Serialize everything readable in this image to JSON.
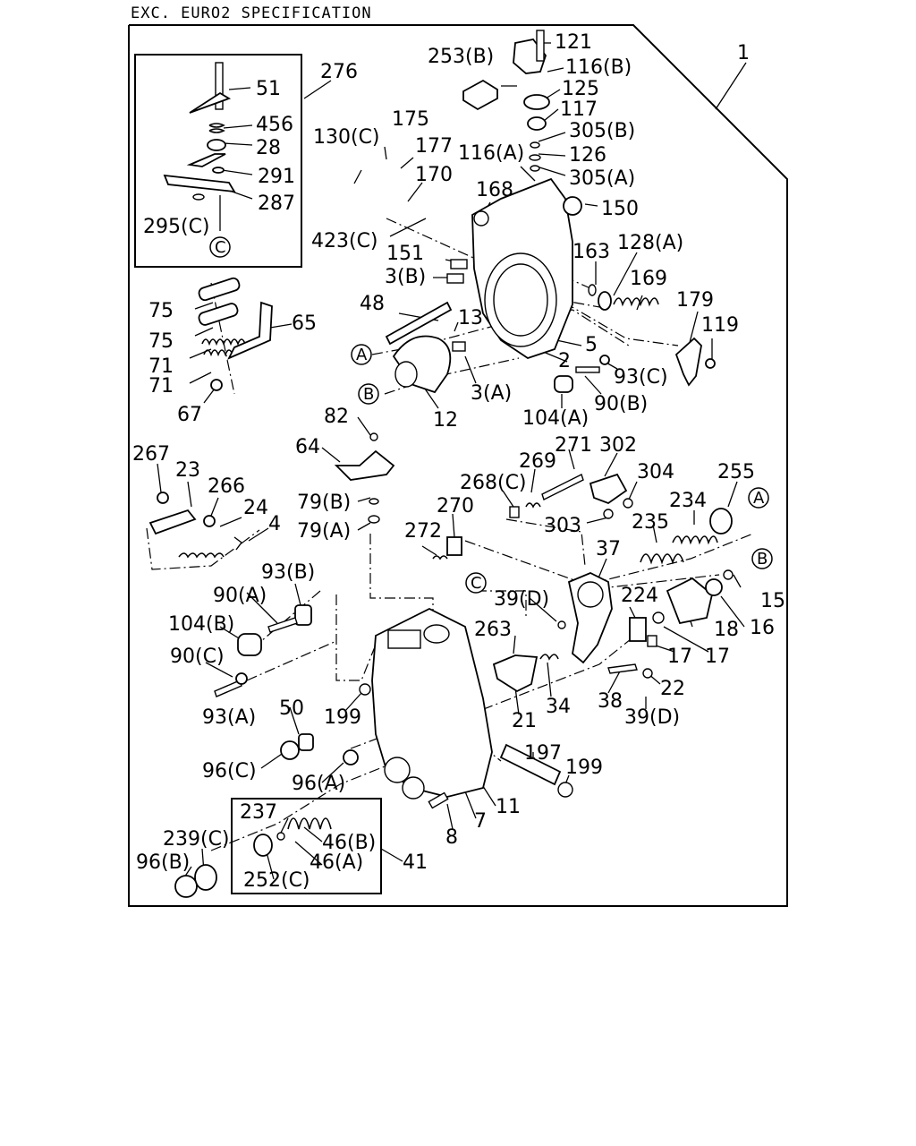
{
  "header": {
    "title": "EXC. EURO2 SPECIFICATION"
  },
  "callouts": {
    "c1": "1",
    "c121": "121",
    "c253b": "253(B)",
    "c116b": "116(B)",
    "c125": "125",
    "c117": "117",
    "c305b": "305(B)",
    "c126": "126",
    "c116a": "116(A)",
    "c305a": "305(A)",
    "c150": "150",
    "c168": "168",
    "c276": "276",
    "c51": "51",
    "c456": "456",
    "c28": "28",
    "c291": "291",
    "c287": "287",
    "c295c": "295(C)",
    "c130c": "130(C)",
    "c175": "175",
    "c177": "177",
    "c170": "170",
    "c423c": "423(C)",
    "c151": "151",
    "c3b": "3(B)",
    "c163": "163",
    "c128a": "128(A)",
    "c169": "169",
    "c179": "179",
    "c119": "119",
    "c48": "48",
    "c13": "13",
    "c5": "5",
    "c2": "2",
    "c93c": "93(C)",
    "c3a": "3(A)",
    "c90b": "90(B)",
    "c104a": "104(A)",
    "c12": "12",
    "c75a": "75",
    "c75b": "75",
    "c71a": "71",
    "c71b": "71",
    "c65": "65",
    "c67": "67",
    "c82": "82",
    "c64": "64",
    "c79b": "79(B)",
    "c79a": "79(A)",
    "c267": "267",
    "c23": "23",
    "c266": "266",
    "c24": "24",
    "c4": "4",
    "c271": "271",
    "c302": "302",
    "c269": "269",
    "c268c": "268(C)",
    "c304": "304",
    "c255": "255",
    "c234": "234",
    "c270": "270",
    "c303": "303",
    "c235": "235",
    "c272": "272",
    "c37": "37",
    "c15": "15",
    "c93b": "93(B)",
    "c90a": "90(A)",
    "c39d1": "39(D)",
    "c224": "224",
    "c104b": "104(B)",
    "c263": "263",
    "c18": "18",
    "c16": "16",
    "c90c": "90(C)",
    "c17a": "17",
    "c17b": "17",
    "c22": "22",
    "c93a": "93(A)",
    "c50": "50",
    "c199a": "199",
    "c34": "34",
    "c38": "38",
    "c21": "21",
    "c39d2": "39(D)",
    "c197": "197",
    "c199b": "199",
    "c96c": "96(C)",
    "c96a": "96(A)",
    "c11": "11",
    "c7": "7",
    "c8": "8",
    "c237": "237",
    "c46b": "46(B)",
    "c239c": "239(C)",
    "c46a": "46(A)",
    "c41": "41",
    "c96b": "96(B)",
    "c252c": "252(C)"
  },
  "markers": {
    "a": "A",
    "b": "B",
    "c": "C"
  }
}
